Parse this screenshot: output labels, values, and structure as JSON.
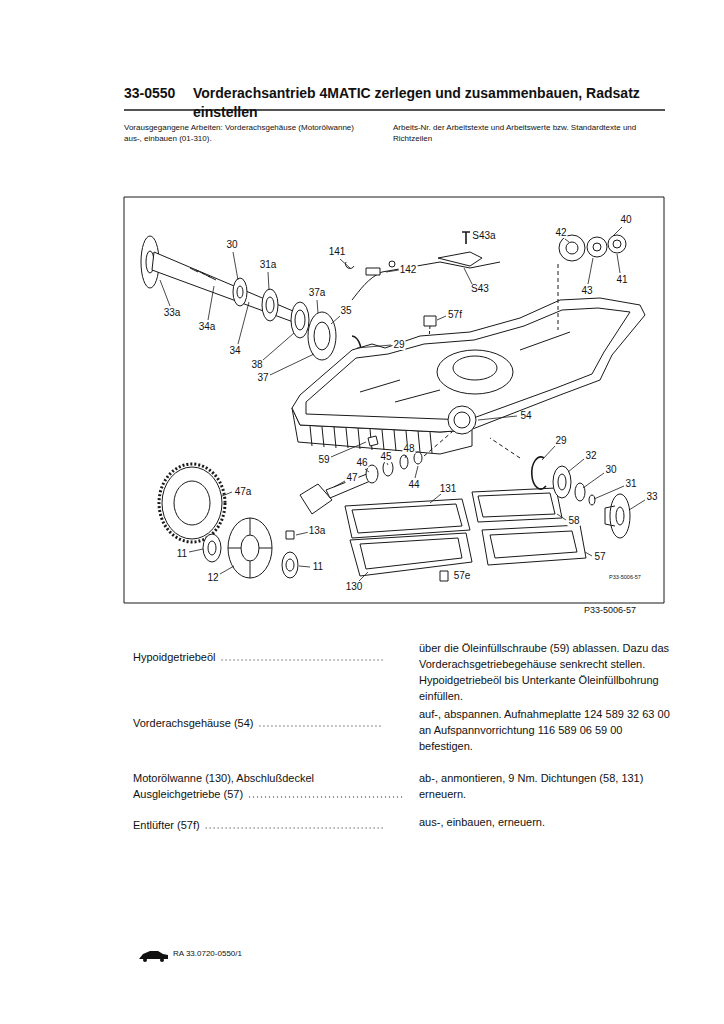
{
  "diagram": {
    "title": "Vorderachsantrieb 4MATIC zerlegen und zusammenbauen, Radsatz einstellen",
    "labels": [
      "33-0550",
      "Vorausgegangene Arbeiten: Vorderachsgehäuse (Motorölwanne) aus-, einbauen (01-310).",
      "Arbeits-Nr. der Arbeitstexte und Arbeitswerte bzw. Standardtexte und Richtzeilen",
      "30",
      "141",
      "S43a",
      "40",
      "42",
      "41",
      "43",
      "31a",
      "142",
      "S43",
      "33a",
      "37a",
      "57f",
      "34a",
      "35",
      "34",
      "38",
      "29",
      "37",
      "54",
      "59",
      "46",
      "45",
      "48",
      "44",
      "29",
      "32",
      "30",
      "31",
      "47a",
      "47",
      "131",
      "33",
      "13a",
      "58",
      "11",
      "11",
      "12",
      "57",
      "130",
      "57e",
      "P33-5006-57",
      "P33-5006-57",
      "Hypoidgetriebeöl",
      "über die Öleinfüllschraube (59) ablassen. Dazu das Vorderachsgetriebegehäuse senkrecht stellen. Hypoidgetriebeöl bis Unterkante Öleinfüllbohrung einfüllen.",
      "Vorderachsgehäuse (54)",
      "auf-, abspannen. Aufnahmeplatte 124 589 32 63 00 an Aufspannvorrichtung 116 589 06 59 00 befestigen.",
      "Motorölwanne (130), Abschlußdeckel Ausgleichgetriebe (57)",
      "ab-, anmontieren, 9 Nm. Dichtungen (58, 131) erneuern.",
      "Entlüfter (57f)",
      "aus-, einbauen, erneuern.",
      "RA 33.0720-0550/1"
    ]
  }
}
